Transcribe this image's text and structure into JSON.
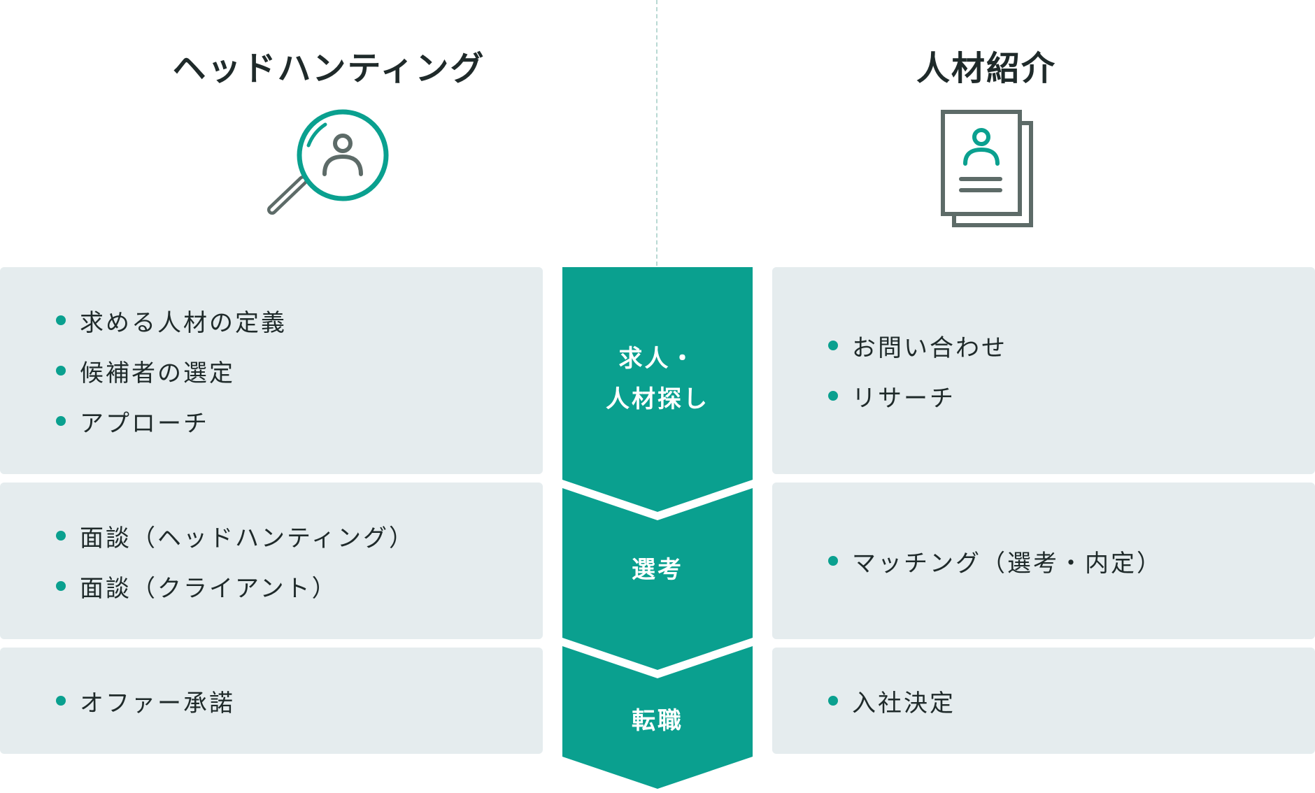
{
  "columns": {
    "left": {
      "title": "ヘッドハンティング",
      "icon": "magnifier-person-icon",
      "stages": [
        {
          "items": [
            "求める人材の定義",
            "候補者の選定",
            "アプローチ"
          ]
        },
        {
          "items": [
            "面談（ヘッドハンティング）",
            "面談（クライアント）"
          ]
        },
        {
          "items": [
            "オファー承諾"
          ]
        }
      ]
    },
    "right": {
      "title": "人材紹介",
      "icon": "resume-document-icon",
      "stages": [
        {
          "items": [
            "お問い合わせ",
            "リサーチ"
          ]
        },
        {
          "items": [
            "マッチング（選考・内定）"
          ]
        },
        {
          "items": [
            "入社決定"
          ]
        }
      ]
    }
  },
  "flow": {
    "stages": [
      {
        "line1": "求人・",
        "line2": "人材探し"
      },
      {
        "line1": "選考"
      },
      {
        "line1": "転職"
      }
    ]
  },
  "colors": {
    "accent": "#0aa08f",
    "icon_gray": "#5d6b68",
    "panel_bg": "#e5ecee",
    "text": "#1f2a2a",
    "divider": "#b9d9d3"
  }
}
